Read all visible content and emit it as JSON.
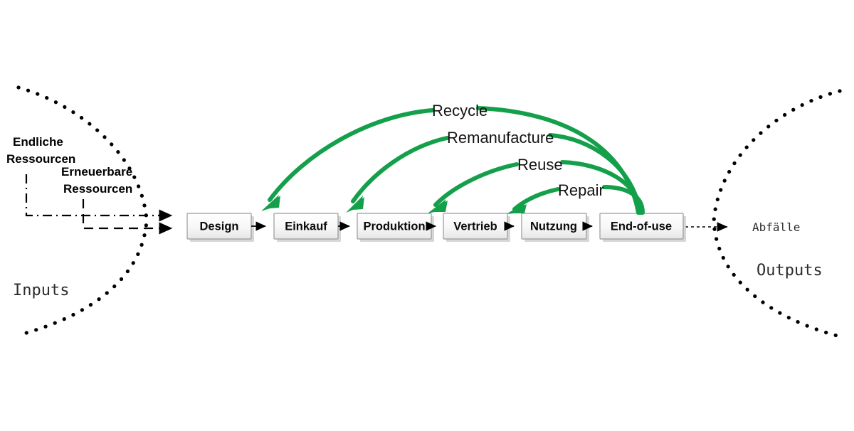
{
  "diagram": {
    "title_present": false,
    "accent_green": "#14a04b",
    "box_fill_top": "#ffffff",
    "box_fill_bottom": "#ebebeb",
    "box_stroke": "#9a9a9a"
  },
  "inputs": {
    "region_label": "Inputs",
    "resources": [
      {
        "line1": "Endliche",
        "line2": "Ressourcen",
        "style": "dash-dot"
      },
      {
        "line1": "Erneuerbare",
        "line2": "Ressourcen",
        "style": "dashed"
      }
    ]
  },
  "outputs": {
    "region_label": "Outputs",
    "waste_label": "Abfälle"
  },
  "value_chain": {
    "stages": [
      {
        "label": "Design"
      },
      {
        "label": "Einkauf"
      },
      {
        "label": "Produktion"
      },
      {
        "label": "Vertrieb"
      },
      {
        "label": "Nutzung"
      },
      {
        "label": "End-of-use"
      }
    ]
  },
  "circular_loops": [
    {
      "label": "Recycle",
      "from": "End-of-use",
      "to": "Design"
    },
    {
      "label": "Remanufacture",
      "from": "End-of-use",
      "to": "Produktion"
    },
    {
      "label": "Reuse",
      "from": "End-of-use",
      "to": "Vertrieb"
    },
    {
      "label": "Repair",
      "from": "End-of-use",
      "to": "Nutzung"
    }
  ]
}
